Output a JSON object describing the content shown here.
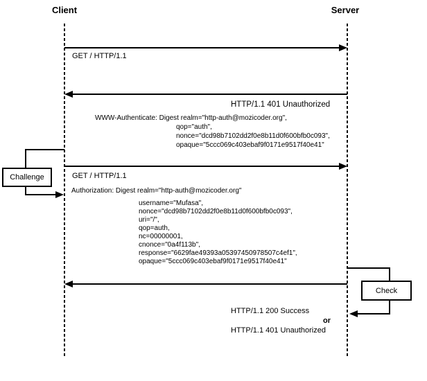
{
  "actors": {
    "client": "Client",
    "server": "Server"
  },
  "messages": {
    "get_request_1": "GET / HTTP/1.1",
    "response_401": "HTTP/1.1 401 Unauthorized",
    "www_authenticate_lines": [
      "WWW-Authenticate: Digest realm=\"http-auth@mozicoder.org\",",
      "qop=\"auth\",",
      "nonce=\"dcd98b7102dd2f0e8b11d0f600bfb0c093\",",
      "opaque=\"5ccc069c403ebaf9f0171e9517f40e41\""
    ],
    "get_request_2": "GET / HTTP/1.1",
    "authorization_lines": [
      "Authorization: Digest realm=\"http-auth@mozicoder.org\"",
      "username=\"Mufasa\",",
      "nonce=\"dcd98b7102dd2f0e8b11d0f600bfb0c093\",",
      "uri=\"/\",",
      "qop=auth,",
      "nc=00000001,",
      "cnonce=\"0a4f113b\",",
      "response=\"6629fae49393a05397450978507c4ef1\",",
      "opaque=\"5ccc069c403ebaf9f0171e9517f40e41\""
    ],
    "response_200": "HTTP/1.1 200 Success",
    "or_separator": "or",
    "response_401_alt": "HTTP/1.1 401 Unauthorized"
  },
  "process_boxes": {
    "challenge": "Challenge",
    "check": "Check"
  },
  "colors": {
    "line": "#000000",
    "background": "#ffffff",
    "text": "#000000"
  }
}
